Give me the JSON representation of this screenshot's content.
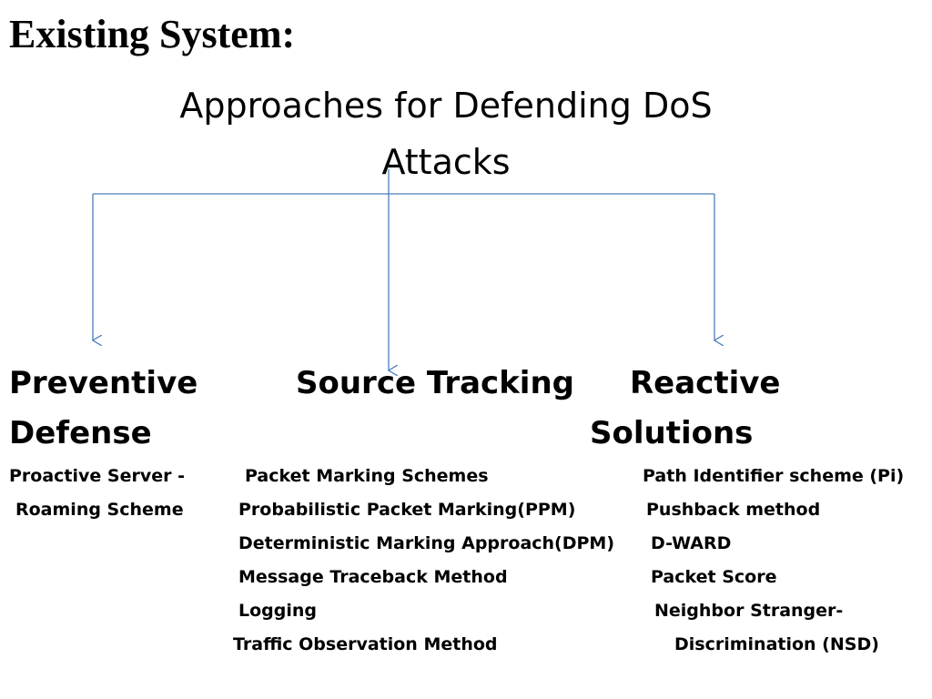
{
  "heading": "Existing System:",
  "subtitle": [
    "Approaches for Defending DoS",
    "Attacks"
  ],
  "categories": [
    {
      "lines": [
        "Preventive",
        "Defense"
      ]
    },
    {
      "lines": [
        "Source Tracking"
      ]
    },
    {
      "lines": [
        "Reactive",
        "Solutions"
      ]
    }
  ],
  "preventive_items": [
    "Proactive Server -",
    "Roaming Scheme"
  ],
  "source_tracking_items": [
    "Packet Marking Schemes",
    "Probabilistic Packet Marking(PPM)",
    "Deterministic Marking Approach(DPM)",
    "Message Traceback  Method",
    "Logging",
    "Traffic Observation Method"
  ],
  "reactive_items": [
    "Path Identifier scheme (Pi)",
    "Pushback method",
    "D-WARD",
    "Packet Score",
    "Neighbor Stranger-",
    "Discrimination (NSD)"
  ],
  "colors": {
    "connector": "#4a7ebb",
    "text": "#000000"
  }
}
